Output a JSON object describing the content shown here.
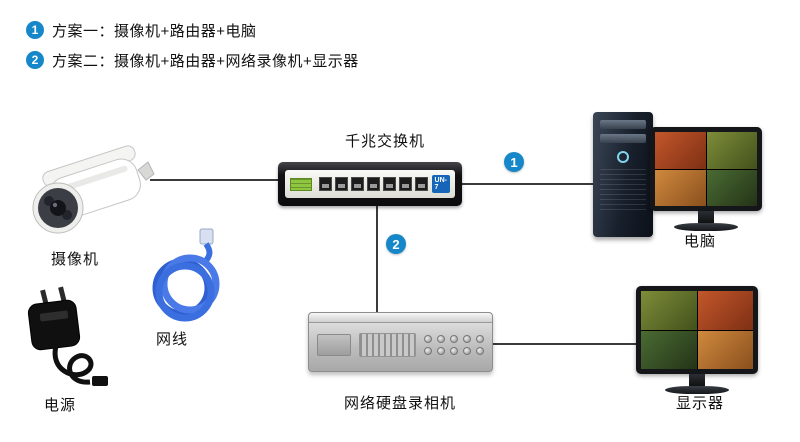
{
  "legend": {
    "items": [
      {
        "num": "1",
        "text": "方案一：摄像机+路由器+电脑"
      },
      {
        "num": "2",
        "text": "方案二：摄像机+路由器+网络录像机+显示器"
      }
    ]
  },
  "diagram": {
    "switch_title": "千兆交换机",
    "camera_label": "摄像机",
    "cable_label": "网线",
    "power_label": "电源",
    "computer_label": "电脑",
    "nvr_label": "网络硬盘录相机",
    "monitor_label": "显示器",
    "badge_plan1": "1",
    "badge_plan2": "2",
    "switch_logo": "UN-7"
  },
  "colors": {
    "badge_blue": "#1687c9",
    "cable_blue": "#3b6fe0",
    "line": "#3a3a3a"
  }
}
